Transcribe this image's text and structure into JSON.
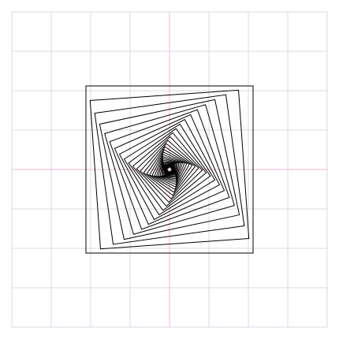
{
  "figure": {
    "background_color": "#ffffff",
    "grid": {
      "visible": true,
      "color": "#d8d8e4",
      "divisions": 8
    },
    "axes": {
      "visible": true,
      "color": "#f0b8d8"
    },
    "pattern": {
      "type": "rotating-squares",
      "stroke_color": "#000000",
      "turn_direction": "counterclockwise",
      "shrink_per_step": 0.89,
      "rotation_step_deg": 4
    }
  }
}
